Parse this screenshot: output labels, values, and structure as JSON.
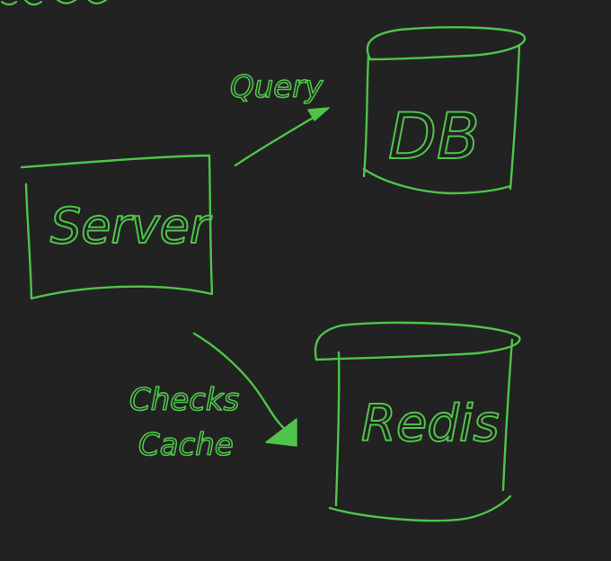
{
  "diagram": {
    "ink_color": "#4fc44a",
    "background": "#222222",
    "nodes": [
      {
        "id": "server",
        "label": "Server",
        "shape": "rectangle"
      },
      {
        "id": "db",
        "label": "DB",
        "shape": "cylinder"
      },
      {
        "id": "redis",
        "label": "Redis",
        "shape": "cylinder"
      }
    ],
    "edges": [
      {
        "from": "server",
        "to": "db",
        "label": "Query"
      },
      {
        "from": "server",
        "to": "redis",
        "label_line1": "Checks",
        "label_line2": "Cache"
      }
    ]
  }
}
